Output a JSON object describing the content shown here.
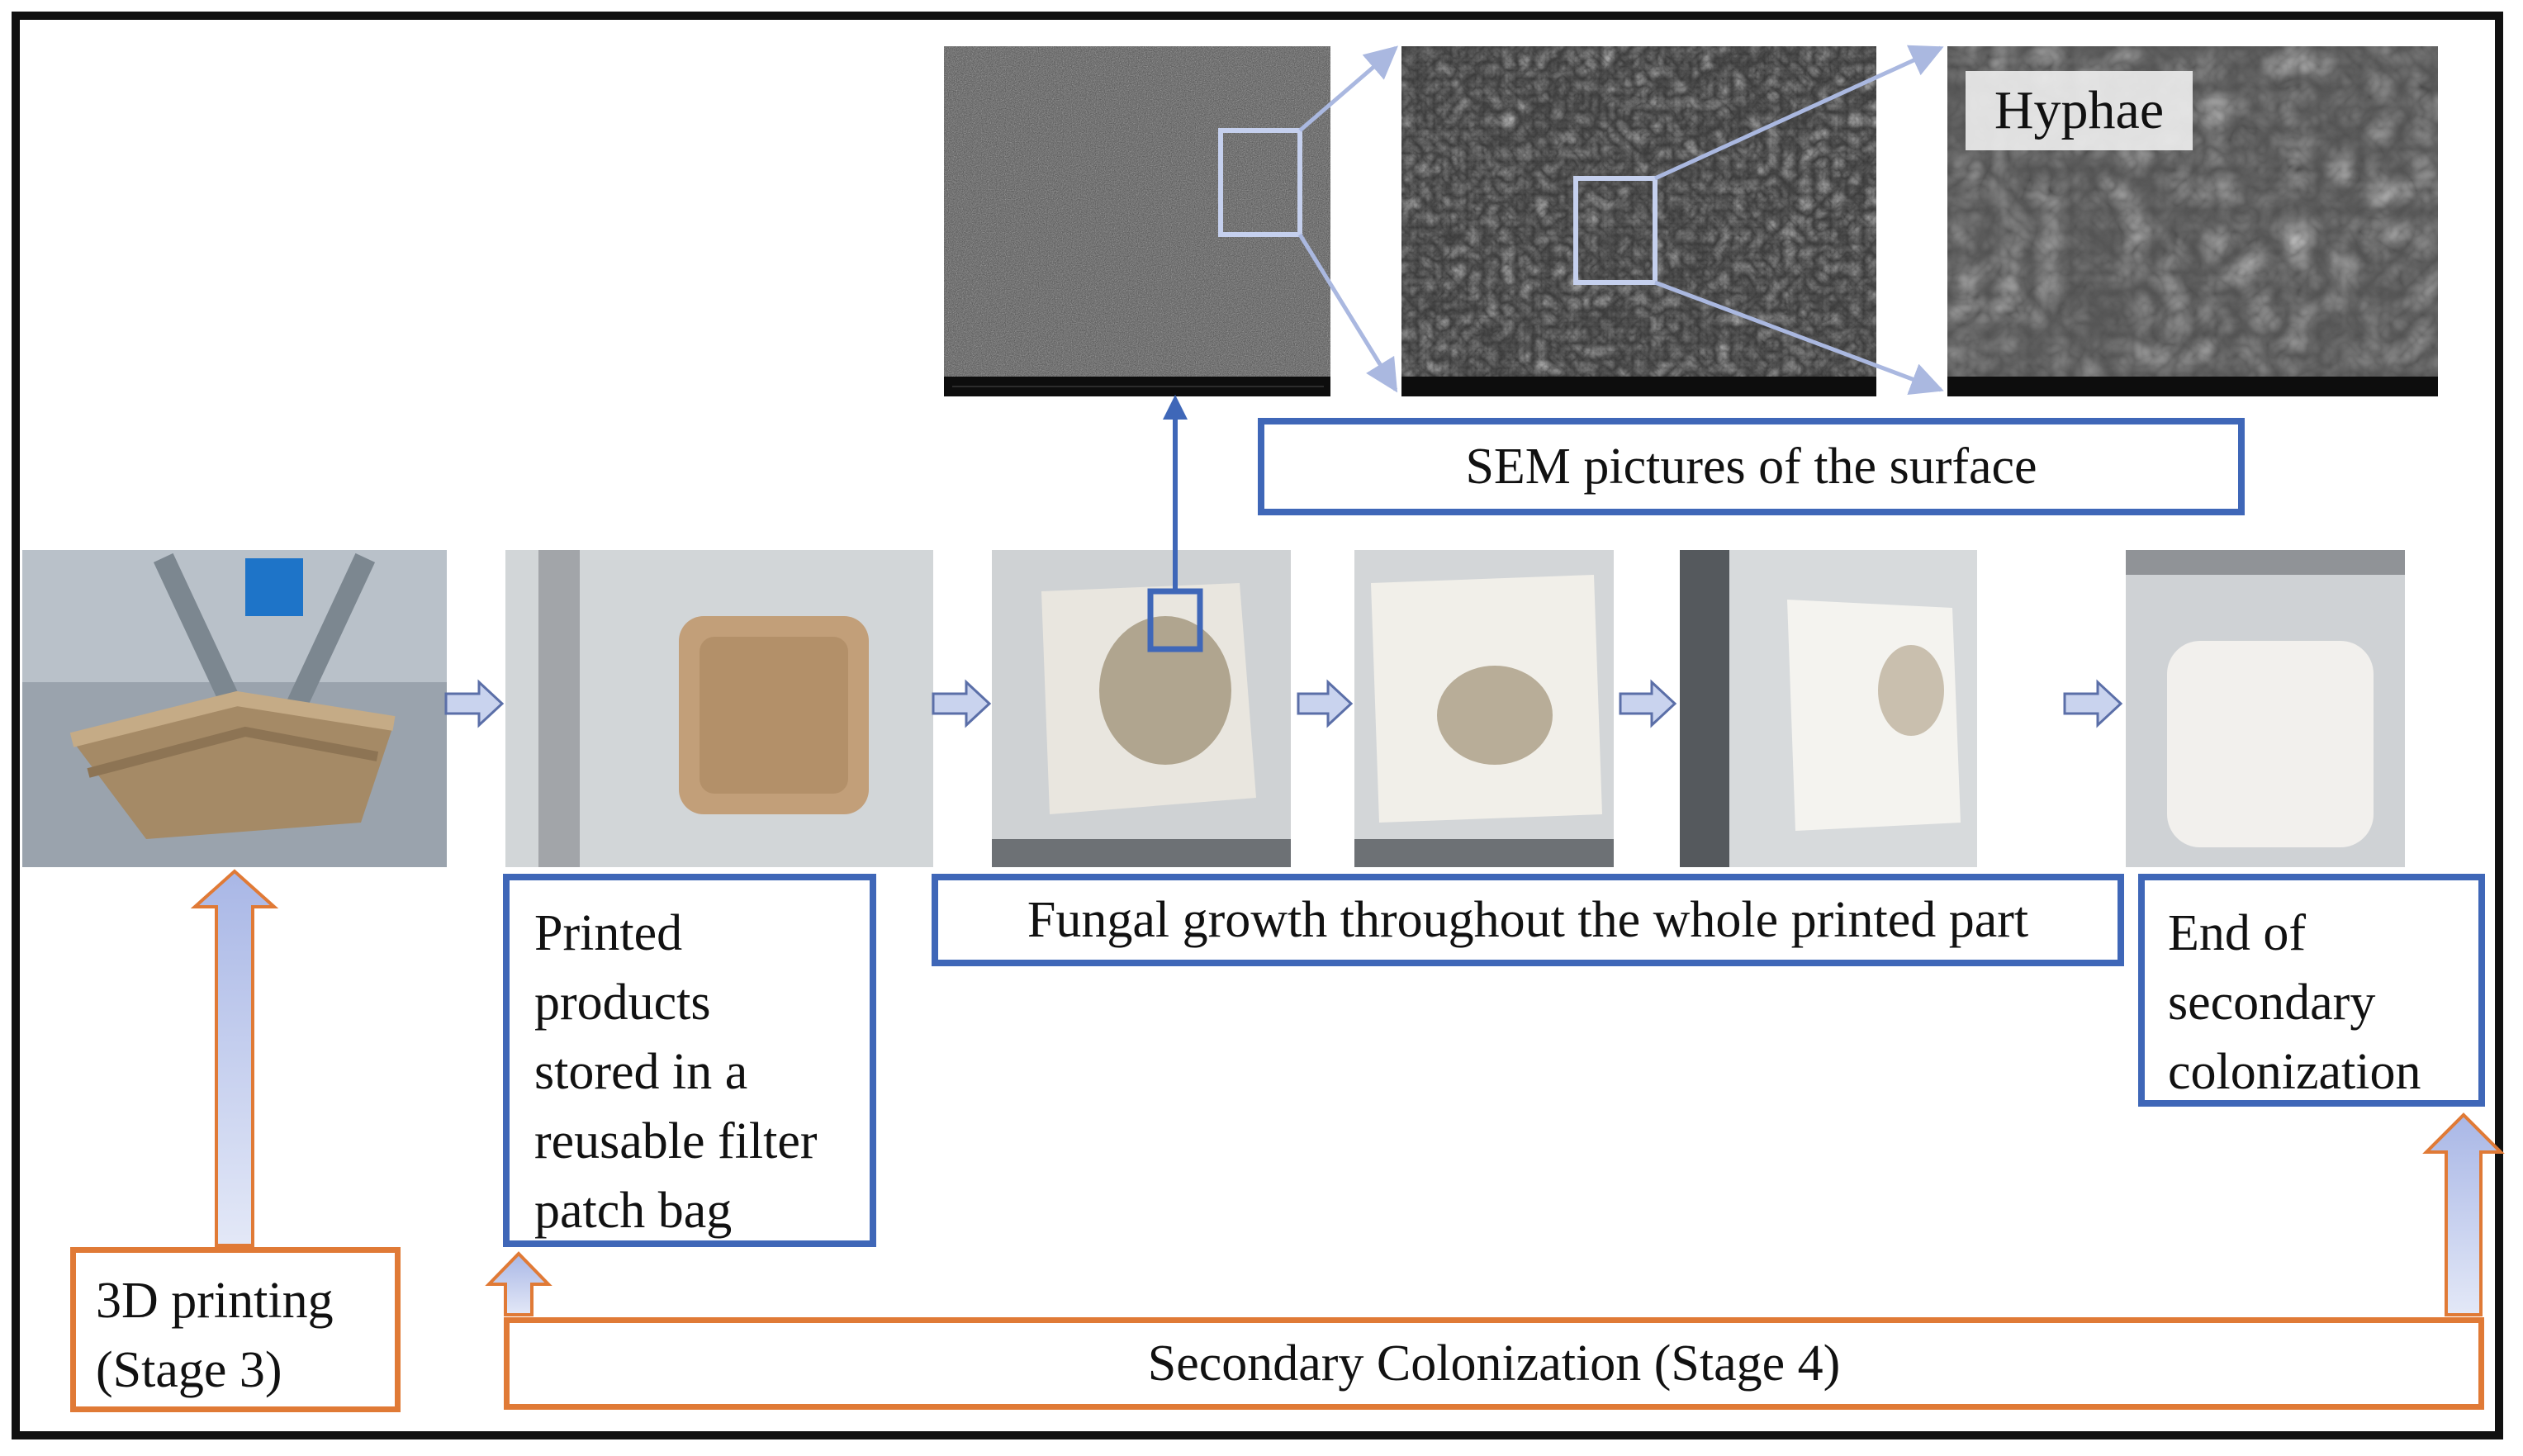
{
  "labels": {
    "sem_caption": "SEM pictures of the surface",
    "hyphae": "Hyphae",
    "stored": [
      "Printed",
      "products",
      "stored in a",
      "reusable filter",
      "patch bag"
    ],
    "fungal_growth": "Fungal growth throughout the whole printed part",
    "end_colonization": [
      "End of",
      "secondary",
      "colonization"
    ],
    "printing_stage": [
      "3D printing",
      "(Stage 3)"
    ],
    "secondary_stage": "Secondary Colonization (Stage 4)"
  },
  "colors": {
    "blue_box": "#3f67b8",
    "orange_box": "#e07a36",
    "arrow_fill": "#c9d3ee",
    "arrow_stroke": "#5b6fa8",
    "zoom_line": "#aab8e0"
  }
}
